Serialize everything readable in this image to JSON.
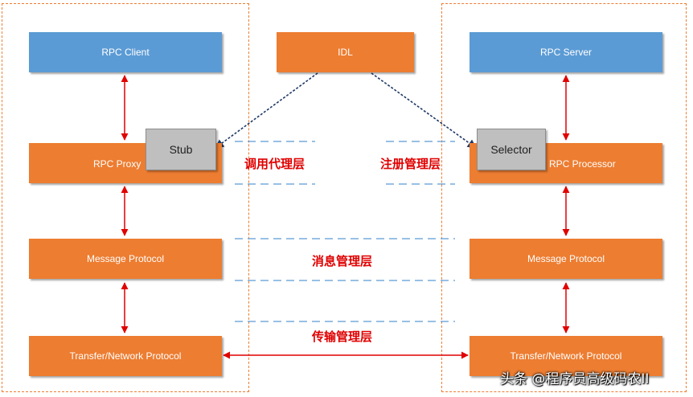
{
  "client_side": {
    "rpc_client": "RPC Client",
    "rpc_proxy": "RPC Proxy",
    "stub": "Stub",
    "message_protocol": "Message Protocol",
    "transfer_protocol": "Transfer/Network Protocol"
  },
  "idl": "IDL",
  "server_side": {
    "rpc_server": "RPC Server",
    "rpc_processor": "RPC Processor",
    "selector": "Selector",
    "message_protocol": "Message Protocol",
    "transfer_protocol": "Transfer/Network Protocol"
  },
  "layers": {
    "invocation_proxy": "调用代理层",
    "registry_management": "注册管理层",
    "message_management": "消息管理层",
    "transport_management": "传输管理层"
  },
  "watermark": "头条 @程序员高级码农II",
  "colors": {
    "box_blue": "#5b9bd5",
    "box_orange": "#ed7d31",
    "box_gray": "#bfbfbf",
    "arrow_red": "#e00000",
    "dotted_navy": "#1f3864",
    "dash_blue": "#5b9bd5",
    "layer_text_red": "#e00000"
  }
}
